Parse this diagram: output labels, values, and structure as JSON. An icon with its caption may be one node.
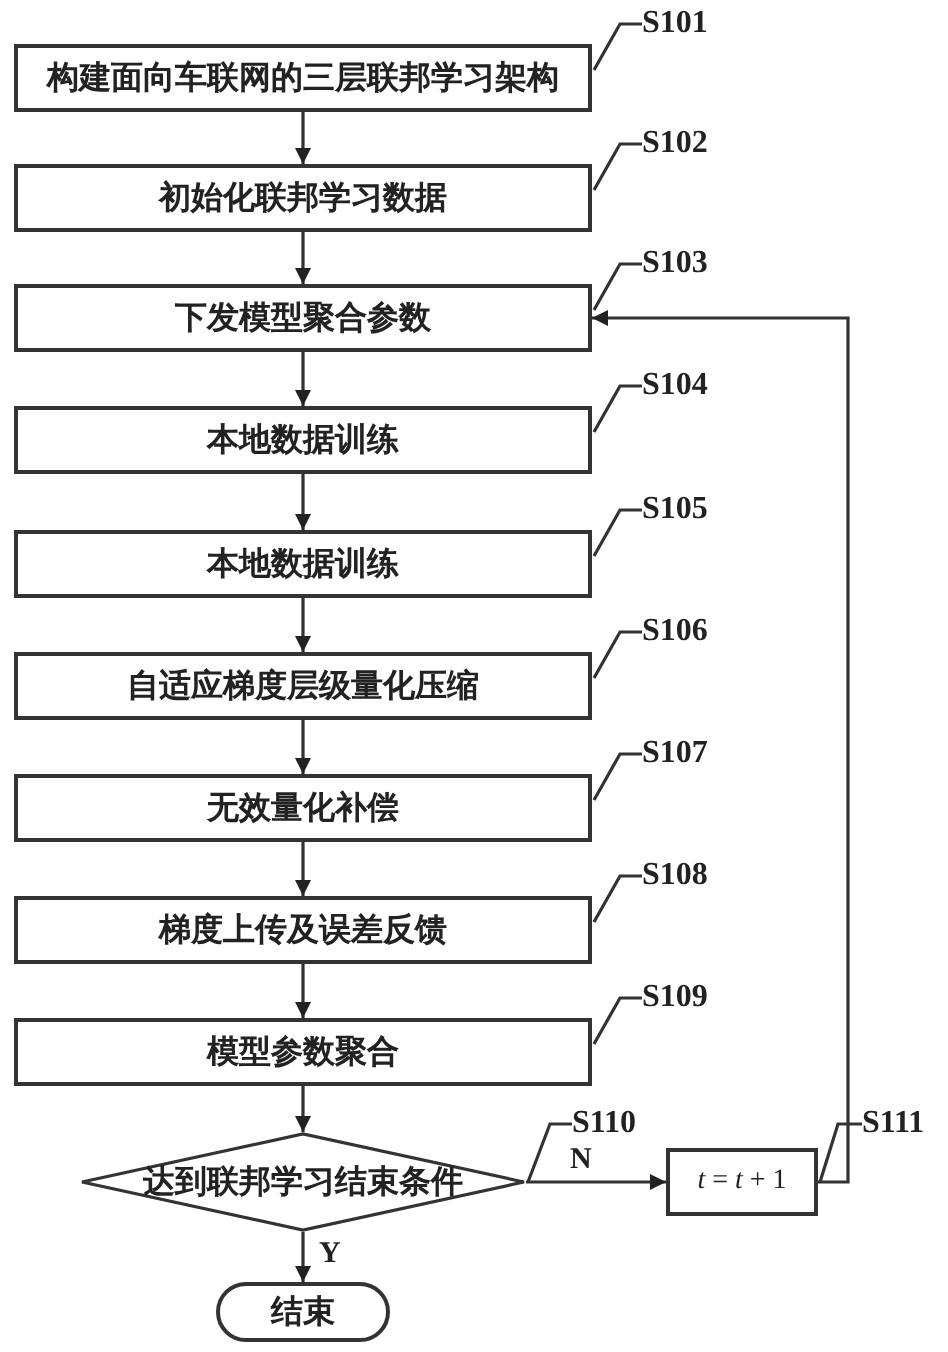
{
  "diagram": {
    "nodes": [
      {
        "text": [
          "构建面向车联网的三层联邦学习架构"
        ]
      },
      {
        "text": [
          "初始化联邦学习数据"
        ]
      },
      {
        "text": [
          "下发模型聚合参数"
        ]
      },
      {
        "text": [
          "本地数据训练"
        ]
      },
      {
        "text": [
          "本地数据训练"
        ]
      },
      {
        "text": [
          "自适应梯度层级量化压缩"
        ]
      },
      {
        "text": [
          "无效量化补偿"
        ]
      },
      {
        "text": [
          "梯度上传及误差反馈"
        ]
      },
      {
        "text": [
          "模型参数聚合"
        ]
      },
      {
        "text": [
          "达到联邦学习结束条件"
        ]
      },
      {
        "text": [
          "*t* = *t* + 1"
        ]
      },
      {
        "text": [
          "结束"
        ]
      },
      {
        "text": [
          "S101"
        ]
      },
      {
        "text": [
          "S102"
        ]
      },
      {
        "text": [
          "S103"
        ]
      },
      {
        "text": [
          "S104"
        ]
      },
      {
        "text": [
          "S105"
        ]
      },
      {
        "text": [
          "S106"
        ]
      },
      {
        "text": [
          "S107"
        ]
      },
      {
        "text": [
          "S108"
        ]
      },
      {
        "text": [
          "S109"
        ]
      },
      {
        "text": [
          "S110"
        ]
      },
      {
        "text": [
          "S111"
        ]
      }
    ],
    "edges": [
      {
        "from": 0,
        "to": 1,
        "arrow": "to"
      },
      {
        "from": 1,
        "to": 2,
        "arrow": "to"
      },
      {
        "from": 2,
        "to": 3,
        "arrow": "to"
      },
      {
        "from": 3,
        "to": 4,
        "arrow": "to"
      },
      {
        "from": 4,
        "to": 5,
        "arrow": "to"
      },
      {
        "from": 5,
        "to": 6,
        "arrow": "to"
      },
      {
        "from": 6,
        "to": 7,
        "arrow": "to"
      },
      {
        "from": 7,
        "to": 8,
        "arrow": "to"
      },
      {
        "from": 8,
        "to": 9,
        "arrow": "to"
      },
      {
        "from": 9,
        "to": 10,
        "arrow": "to",
        "label": "N"
      },
      {
        "from": 10,
        "to": 2,
        "arrow": "to"
      },
      {
        "from": 9,
        "to": 11,
        "arrow": "to",
        "label": "Y"
      },
      {
        "from": 12,
        "to": 0,
        "arrow": "none"
      },
      {
        "from": 13,
        "to": 1,
        "arrow": "none"
      },
      {
        "from": 14,
        "to": 2,
        "arrow": "none"
      },
      {
        "from": 15,
        "to": 3,
        "arrow": "none"
      },
      {
        "from": 16,
        "to": 4,
        "arrow": "none"
      },
      {
        "from": 17,
        "to": 5,
        "arrow": "none"
      },
      {
        "from": 18,
        "to": 6,
        "arrow": "none"
      },
      {
        "from": 19,
        "to": 7,
        "arrow": "none"
      },
      {
        "from": 20,
        "to": 8,
        "arrow": "none"
      },
      {
        "from": 21,
        "to": 9,
        "arrow": "none"
      },
      {
        "from": 22,
        "to": 10,
        "arrow": "none"
      }
    ]
  }
}
